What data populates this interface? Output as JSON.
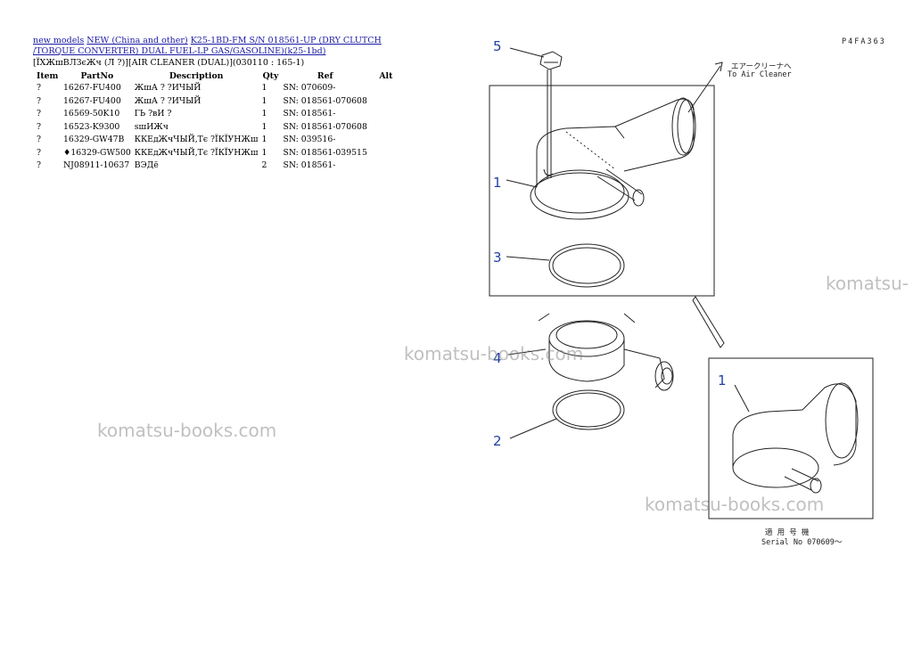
{
  "breadcrumb": {
    "link1": "new models",
    "link2": "NEW (China and other)",
    "link3": "K25-1BD-FM S/N 018561-UP (DRY CLUTCH /TORQUE CONVERTER) DUAL FUEL-LP GAS/GASOLINE)(k25-1bd)"
  },
  "subtitle": "[ÏХЖшВЛЗєЖч (Л ?)][AIR CLEANER (DUAL)](030110 : 165-1)",
  "table": {
    "headers": [
      "Item",
      "PartNo",
      "Description",
      "Qty",
      "Ref",
      "Alt"
    ],
    "rows": [
      {
        "item": "?",
        "part": "16267-FU400",
        "desc": "ЖшА ? ?ИЧЫЙ",
        "qty": "1",
        "ref": "SN: 070609-",
        "alt": ""
      },
      {
        "item": "?",
        "part": "16267-FU400",
        "desc": "ЖшА ? ?ИЧЫЙ",
        "qty": "1",
        "ref": "SN: 018561-070608",
        "alt": ""
      },
      {
        "item": "?",
        "part": "16569-50K10",
        "desc": "ГЬ ?вИ ?",
        "qty": "1",
        "ref": "SN: 018561-",
        "alt": ""
      },
      {
        "item": "?",
        "part": "16523-K9300",
        "desc": "sшИЖч",
        "qty": "1",
        "ref": "SN: 018561-070608",
        "alt": ""
      },
      {
        "item": "?",
        "part": "16329-GW47B",
        "desc": "ККЕдЖчЧЫЙ,Тє ?ЇКЇУНЖш",
        "qty": "1",
        "ref": "SN: 039516-",
        "alt": ""
      },
      {
        "item": "?",
        "part": "♦16329-GW500",
        "desc": "ККЕдЖчЧЫЙ,Тє ?ЇКЇУНЖш",
        "qty": "1",
        "ref": "SN: 018561-039515",
        "alt": ""
      },
      {
        "item": "?",
        "part": "NJ08911-10637",
        "desc": "ВЭДё",
        "qty": "2",
        "ref": "SN: 018561-",
        "alt": ""
      }
    ]
  },
  "watermarks": [
    "komatsu-books.com",
    "komatsu-books.com",
    "komatsu-books.com",
    "komatsu-"
  ],
  "diagram": {
    "code": "P4FA363",
    "jp_label": "エアークリーナへ",
    "to_air_cleaner": "To Air Cleaner",
    "serial_jp": "適 用 号 機",
    "serial_label": "Serial No 070609～",
    "callouts": [
      "5",
      "1",
      "3",
      "4",
      "2",
      "1"
    ]
  }
}
